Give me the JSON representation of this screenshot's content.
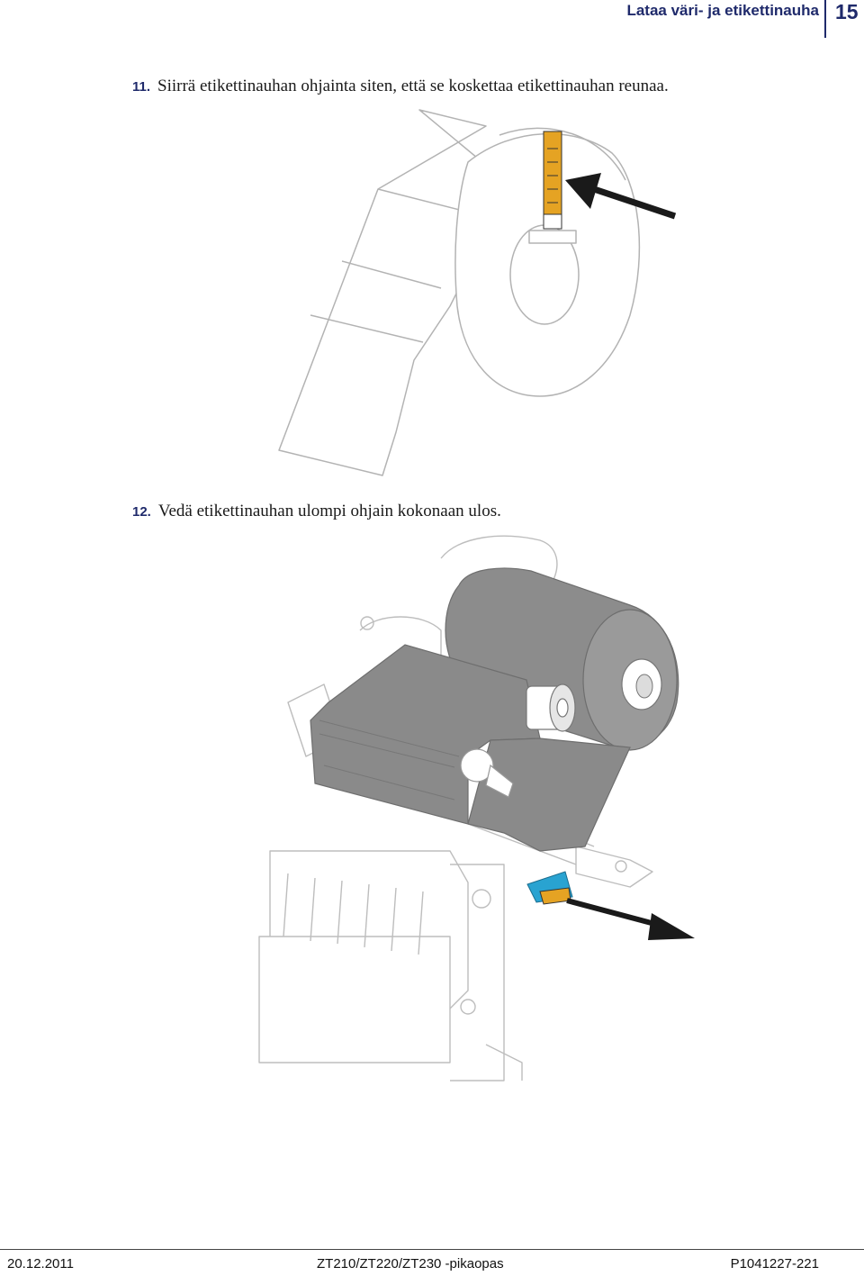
{
  "header": {
    "section_title": "Lataa väri- ja etikettinauha",
    "page_number": "15"
  },
  "steps": [
    {
      "number": "11.",
      "text": "Siirrä etikettinauhan ohjainta siten, että se koskettaa etikettinauhan reunaa."
    },
    {
      "number": "12.",
      "text": "Vedä etikettinauhan ulompi ohjain kokonaan ulos."
    }
  ],
  "illustrations": [
    {
      "name": "label-roll",
      "highlight_color": "#e5a323",
      "arrow_color": "#1a1a1a"
    },
    {
      "name": "printer-mechanism",
      "highlight_color": "#29a3d1",
      "ribbon_color": "#8c8c8c",
      "arrow_color": "#1a1a1a"
    }
  ],
  "footer": {
    "date": "20.12.2011",
    "product": "ZT210/ZT220/ZT230 -pikaopas",
    "document_code": "P1041227-221"
  }
}
